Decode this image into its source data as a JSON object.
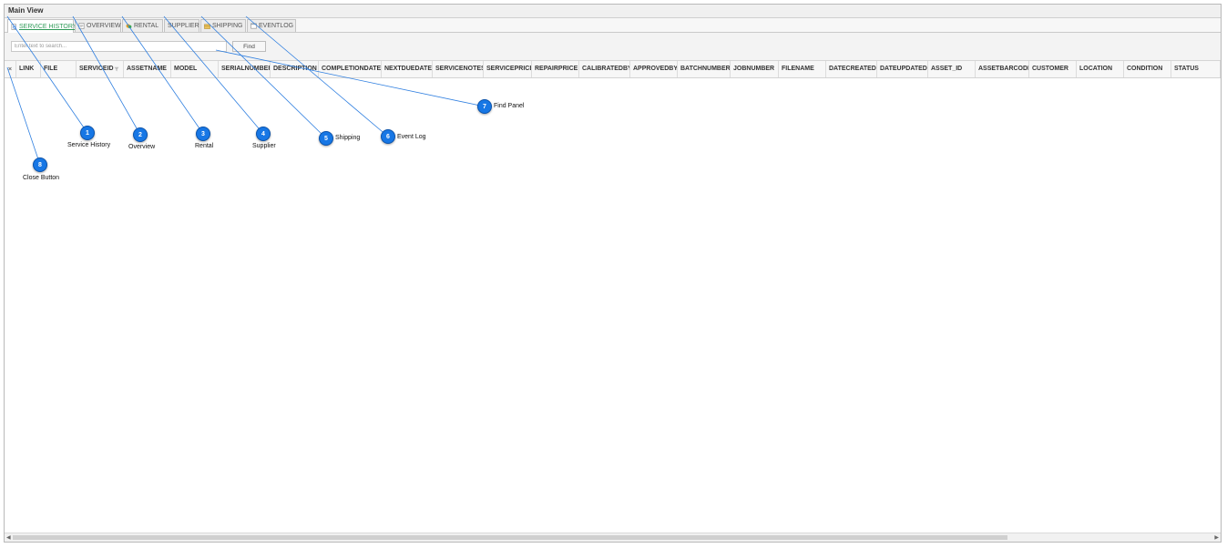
{
  "window": {
    "title": "Main View"
  },
  "tabs": [
    {
      "label": "SERVICE HISTORY",
      "icon": "document-search-icon",
      "active": true
    },
    {
      "label": "OVERVIEW",
      "icon": "overview-document-icon",
      "active": false
    },
    {
      "label": "RENTAL",
      "icon": "rental-icon",
      "active": false
    },
    {
      "label": "SUPPLIER",
      "icon": "",
      "active": false
    },
    {
      "label": "SHIPPING",
      "icon": "shipping-box-icon",
      "active": false
    },
    {
      "label": "EVENTLOG",
      "icon": "event-log-icon",
      "active": false
    }
  ],
  "find_panel": {
    "placeholder": "Enter text to search...",
    "button_label": "Find"
  },
  "grid": {
    "columns": [
      "LINK",
      "FILE",
      "SERVICEID",
      "ASSETNAME",
      "MODEL",
      "SERIALNUMBER",
      "DESCRIPTION",
      "COMPLETIONDATE",
      "NEXTDUEDATE",
      "SERVICENOTES",
      "SERVICEPRICE",
      "REPAIRPRICE",
      "CALIBRATEDBY",
      "APPROVEDBY",
      "BATCHNUMBER",
      "JOBNUMBER",
      "FILENAME",
      "DATECREATED",
      "DATEUPDATED",
      "ASSET_ID",
      "ASSETBARCODE",
      "CUSTOMER",
      "LOCATION",
      "CONDITION",
      "STATUS"
    ]
  },
  "callouts": [
    {
      "number": "1",
      "label": "Service History"
    },
    {
      "number": "2",
      "label": "Overview"
    },
    {
      "number": "3",
      "label": "Rental"
    },
    {
      "number": "4",
      "label": "Supplier"
    },
    {
      "number": "5",
      "label": "Shipping"
    },
    {
      "number": "6",
      "label": "Event Log"
    },
    {
      "number": "7",
      "label": "Find Panel"
    },
    {
      "number": "8",
      "label": "Close Button"
    }
  ],
  "colors": {
    "accent": "#1777e5",
    "active_tab_text": "#2f9a58",
    "leader_line": "#2f7fe0"
  }
}
